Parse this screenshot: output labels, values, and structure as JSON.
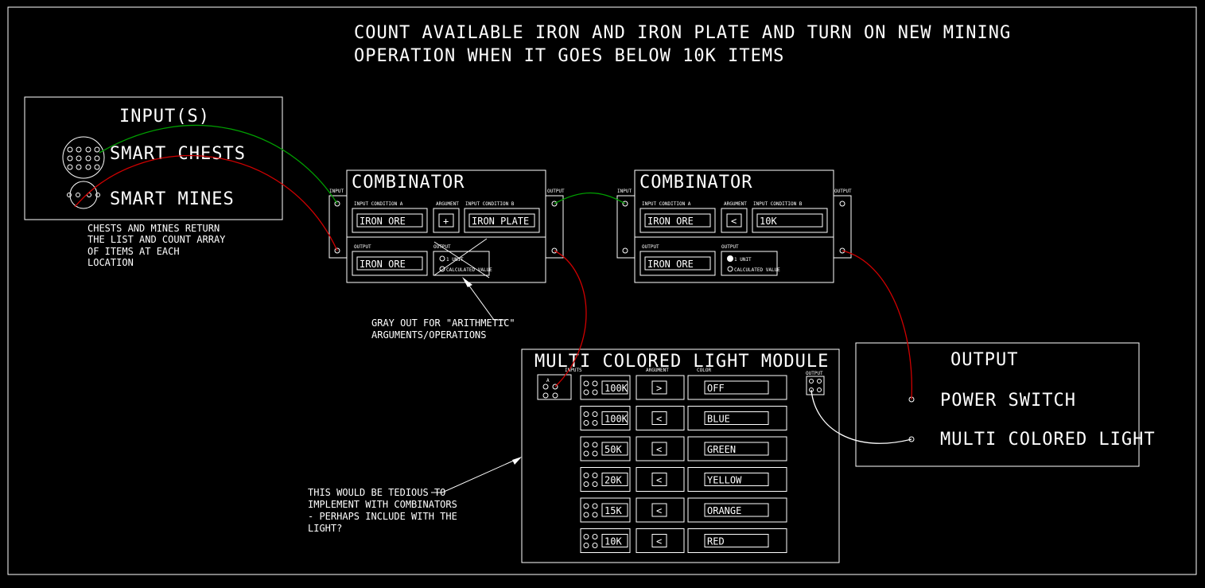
{
  "title": {
    "line1": "COUNT AVAILABLE IRON AND IRON PLATE AND TURN ON NEW MINING",
    "line2": "OPERATION WHEN IT GOES BELOW 10K ITEMS"
  },
  "inputs": {
    "heading": "INPUT(S)",
    "chests": "SMART CHESTS",
    "mines": "SMART MINES",
    "note": [
      "CHESTS AND MINES RETURN",
      "THE LIST AND COUNT ARRAY",
      "OF ITEMS AT EACH",
      "LOCATION"
    ]
  },
  "port_labels": {
    "input": "INPUT",
    "output": "OUTPUT"
  },
  "combinator1": {
    "title": "COMBINATOR",
    "cond_a_label": "INPUT CONDITION A",
    "cond_a": "IRON ORE",
    "arg_label": "ARGUMENT",
    "arg": "+",
    "cond_b_label": "INPUT CONDITION B",
    "cond_b": "IRON PLATE",
    "out_label": "OUTPUT",
    "out_value": "IRON ORE",
    "out_mode_label": "OUTPUT",
    "opt1": "1 UNIT",
    "opt2": "CALCULATED VALUE"
  },
  "combinator2": {
    "title": "COMBINATOR",
    "cond_a_label": "INPUT CONDITION A",
    "cond_a": "IRON ORE",
    "arg_label": "ARGUMENT",
    "arg": "<",
    "cond_b_label": "INPUT CONDITION B",
    "cond_b": "10K",
    "out_label": "OUTPUT",
    "out_value": "IRON ORE",
    "out_mode_label": "OUTPUT",
    "opt1": "1 UNIT",
    "opt2": "CALCULATED VALUE"
  },
  "gray_note": [
    "GRAY OUT FOR \"ARITHMETIC\"",
    "ARGUMENTS/OPERATIONS"
  ],
  "light_module": {
    "title": "MULTI COLORED LIGHT MODULE",
    "inputs_label": "INPUTS",
    "input_port": "A",
    "arg_header": "ARGUMENT",
    "color_header": "COLOR",
    "output_label": "OUTPUT",
    "rows": [
      {
        "value": "100K",
        "arg": ">",
        "color": "OFF"
      },
      {
        "value": "100K",
        "arg": "<",
        "color": "BLUE"
      },
      {
        "value": "50K",
        "arg": "<",
        "color": "GREEN"
      },
      {
        "value": "20K",
        "arg": "<",
        "color": "YELLOW"
      },
      {
        "value": "15K",
        "arg": "<",
        "color": "ORANGE"
      },
      {
        "value": "10K",
        "arg": "<",
        "color": "RED"
      }
    ]
  },
  "tedious_note": [
    "THIS WOULD BE TEDIOUS TO",
    "IMPLEMENT WITH COMBINATORS",
    "- PERHAPS INCLUDE WITH THE",
    "LIGHT?"
  ],
  "output_box": {
    "heading": "OUTPUT",
    "item1": "POWER SWITCH",
    "item2": "MULTI COLORED LIGHT"
  },
  "wire_colors": {
    "green": "#00a000",
    "red": "#d00000",
    "white": "#ffffff"
  }
}
